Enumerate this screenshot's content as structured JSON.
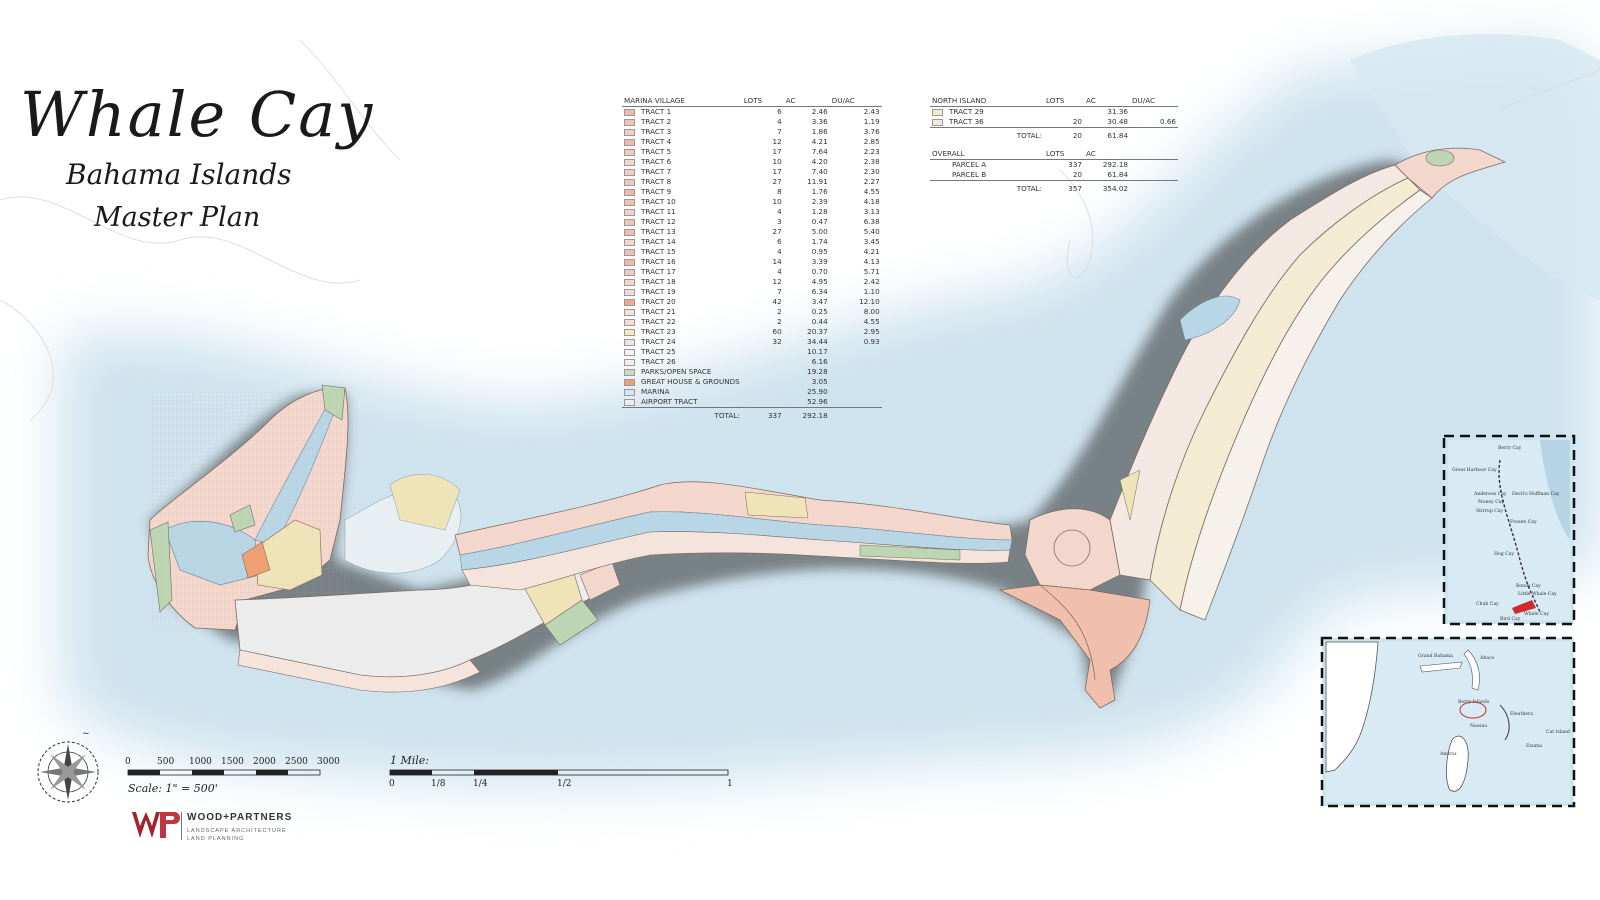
{
  "title": {
    "main": "Whale Cay",
    "line2": "Bahama Islands",
    "line3": "Master Plan"
  },
  "marina_village": {
    "headers": [
      "MARINA VILLAGE",
      "LOTS",
      "AC",
      "DU/AC"
    ],
    "rows": [
      {
        "name": "TRACT 1",
        "lots": "6",
        "ac": "2.46",
        "duac": "2.43",
        "color": "#f2b8a8"
      },
      {
        "name": "TRACT 2",
        "lots": "4",
        "ac": "3.36",
        "duac": "1.19",
        "color": "#f2c4b4"
      },
      {
        "name": "TRACT 3",
        "lots": "7",
        "ac": "1.86",
        "duac": "3.76",
        "color": "#f4d0c4"
      },
      {
        "name": "TRACT 4",
        "lots": "12",
        "ac": "4.21",
        "duac": "2.85",
        "color": "#f2b8a8"
      },
      {
        "name": "TRACT 5",
        "lots": "17",
        "ac": "7.64",
        "duac": "2.23",
        "color": "#f4ccbe"
      },
      {
        "name": "TRACT 6",
        "lots": "10",
        "ac": "4.20",
        "duac": "2.38",
        "color": "#efd9cf"
      },
      {
        "name": "TRACT 7",
        "lots": "17",
        "ac": "7.40",
        "duac": "2.30",
        "color": "#f3cfc2"
      },
      {
        "name": "TRACT 8",
        "lots": "27",
        "ac": "11.91",
        "duac": "2.27",
        "color": "#f0c8b8"
      },
      {
        "name": "TRACT 9",
        "lots": "8",
        "ac": "1.76",
        "duac": "4.55",
        "color": "#f2b8a8"
      },
      {
        "name": "TRACT 10",
        "lots": "10",
        "ac": "2.39",
        "duac": "4.18",
        "color": "#f0bfae"
      },
      {
        "name": "TRACT 11",
        "lots": "4",
        "ac": "1.28",
        "duac": "3.13",
        "color": "#f3d4c8"
      },
      {
        "name": "TRACT 12",
        "lots": "3",
        "ac": "0.47",
        "duac": "6.38",
        "color": "#f1c6b6"
      },
      {
        "name": "TRACT 13",
        "lots": "27",
        "ac": "5.00",
        "duac": "5.40",
        "color": "#f2bdaa"
      },
      {
        "name": "TRACT 14",
        "lots": "6",
        "ac": "1.74",
        "duac": "3.45",
        "color": "#f4d8cc"
      },
      {
        "name": "TRACT 15",
        "lots": "4",
        "ac": "0.95",
        "duac": "4.21",
        "color": "#f0c2b2"
      },
      {
        "name": "TRACT 16",
        "lots": "14",
        "ac": "3.39",
        "duac": "4.13",
        "color": "#f2b8a8"
      },
      {
        "name": "TRACT 17",
        "lots": "4",
        "ac": "0.70",
        "duac": "5.71",
        "color": "#f3cabb"
      },
      {
        "name": "TRACT 18",
        "lots": "12",
        "ac": "4.95",
        "duac": "2.42",
        "color": "#f4d6ca"
      },
      {
        "name": "TRACT 19",
        "lots": "7",
        "ac": "6.34",
        "duac": "1.10",
        "color": "#f1ddd3"
      },
      {
        "name": "TRACT 20",
        "lots": "42",
        "ac": "3.47",
        "duac": "12.10",
        "color": "#f0a890"
      },
      {
        "name": "TRACT 21",
        "lots": "2",
        "ac": "0.25",
        "duac": "8.00",
        "color": "#f6e2da"
      },
      {
        "name": "TRACT 22",
        "lots": "2",
        "ac": "0.44",
        "duac": "4.55",
        "color": "#f5ddd3"
      },
      {
        "name": "TRACT 23",
        "lots": "60",
        "ac": "20.37",
        "duac": "2.95",
        "color": "#f3eab8"
      },
      {
        "name": "TRACT 24",
        "lots": "32",
        "ac": "34.44",
        "duac": "0.93",
        "color": "#f4e4dc"
      },
      {
        "name": "TRACT 25",
        "lots": "",
        "ac": "10.17",
        "duac": "",
        "color": "#f7f0ec"
      },
      {
        "name": "TRACT 26",
        "lots": "",
        "ac": "6.16",
        "duac": "",
        "color": "#f7efea"
      },
      {
        "name": "PARKS/OPEN SPACE",
        "lots": "",
        "ac": "19.28",
        "duac": "",
        "color": "#c9dcc0"
      },
      {
        "name": "GREAT HOUSE & GROUNDS",
        "lots": "",
        "ac": "3.05",
        "duac": "",
        "color": "#f0a070"
      },
      {
        "name": "MARINA",
        "lots": "",
        "ac": "25.90",
        "duac": "",
        "color": "#d4e6f0"
      },
      {
        "name": "AIRPORT TRACT",
        "lots": "",
        "ac": "52.96",
        "duac": "",
        "color": "#ececec"
      }
    ],
    "total_label": "TOTAL:",
    "total_lots": "337",
    "total_ac": "292.18"
  },
  "north_island": {
    "headers": [
      "NORTH ISLAND",
      "LOTS",
      "AC",
      "DU/AC"
    ],
    "rows": [
      {
        "name": "TRACT 29",
        "lots": "",
        "ac": "31.36",
        "duac": "",
        "color": "#f3ecc8"
      },
      {
        "name": "TRACT 36",
        "lots": "20",
        "ac": "30.48",
        "duac": "0.66",
        "color": "#f4e6e0"
      }
    ],
    "total_label": "TOTAL:",
    "total_lots": "20",
    "total_ac": "61.84"
  },
  "overall": {
    "headers": [
      "OVERALL",
      "LOTS",
      "AC"
    ],
    "rows": [
      {
        "name": "PARCEL A",
        "lots": "337",
        "ac": "292.18"
      },
      {
        "name": "PARCEL B",
        "lots": "20",
        "ac": "61.84"
      }
    ],
    "total_label": "TOTAL:",
    "total_lots": "357",
    "total_ac": "354.02"
  },
  "scale_bar_feet": {
    "ticks": [
      "0",
      "500",
      "1000",
      "1500",
      "2000",
      "2500",
      "3000"
    ],
    "label": "Scale: 1\" = 500'"
  },
  "scale_bar_mile": {
    "title": "1 Mile:",
    "ticks": [
      "0",
      "1/8",
      "1/4",
      "1/2",
      "1"
    ]
  },
  "logo": {
    "name": "WOOD+PARTNERS",
    "sub1": "LANDSCAPE ARCHITECTURE",
    "sub2": "LAND PLANNING"
  },
  "inset_north": {
    "labels": [
      "Berry Cay",
      "Great Harbour Cay",
      "Anderson Cay",
      "Money Cay",
      "Stirrup Cay",
      "Frozen Cay",
      "Whale Cay",
      "Bird Cay",
      "Chub Cay",
      "Little Whale Cay",
      "Hog Cay",
      "Bonds Cay",
      "Devil's Hoffman Cay"
    ]
  },
  "inset_region": {
    "labels": [
      "Grand Bahama",
      "Abaco",
      "Berry Islands",
      "Nassau",
      "Andros",
      "Eleuthera",
      "Exuma",
      "Cat Island"
    ]
  },
  "colors": {
    "sea": "#d2e5ef",
    "land_pink": "#f3d6cc",
    "land_yellow": "#efe4b8",
    "park_green": "#bcd5b2",
    "marina_blue": "#b9d6e6",
    "great_house": "#f0a070"
  }
}
